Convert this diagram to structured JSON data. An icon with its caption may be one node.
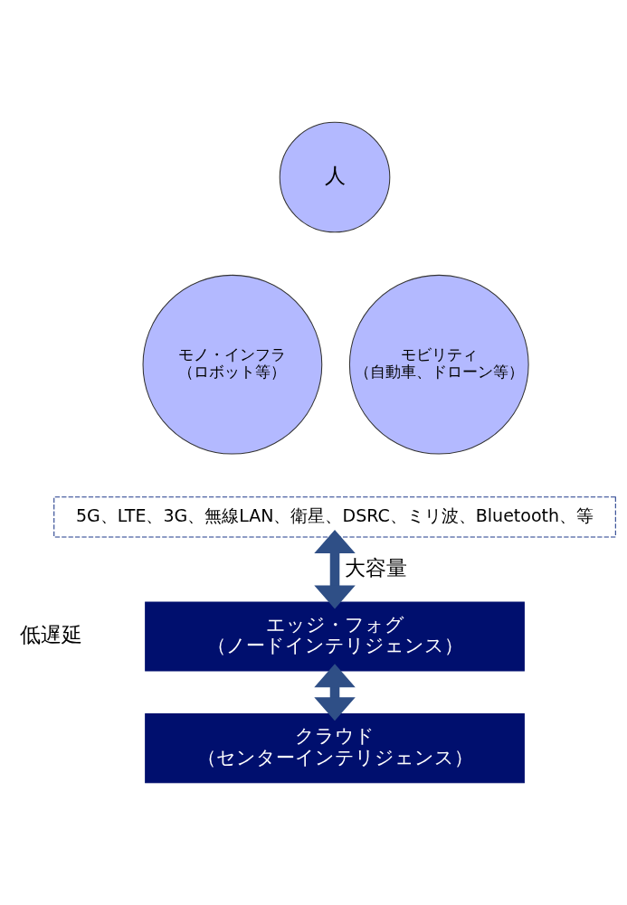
{
  "diagram": {
    "nodes": [
      {
        "text": [
          "人"
        ]
      },
      {
        "text": [
          "モノ・インフラ",
          "（ロボット等）"
        ]
      },
      {
        "text": [
          "モビリティ",
          "（自動車、ドローン等）"
        ]
      },
      {
        "text": [
          "5G、LTE、3G、無線LAN、衛星、DSRC、ミリ波、Bluetooth、等"
        ]
      },
      {
        "text": [
          "エッジ・フォグ",
          "（ノードインテリジェンス）"
        ]
      },
      {
        "text": [
          "クラウド",
          "（センターインテリジェンス）"
        ]
      }
    ],
    "edges": [
      {
        "from": 3,
        "to": 4,
        "arrow": "both",
        "label": "大容量"
      },
      {
        "from": 4,
        "to": 5,
        "arrow": "both"
      }
    ],
    "labels": [
      "低遅延"
    ]
  }
}
